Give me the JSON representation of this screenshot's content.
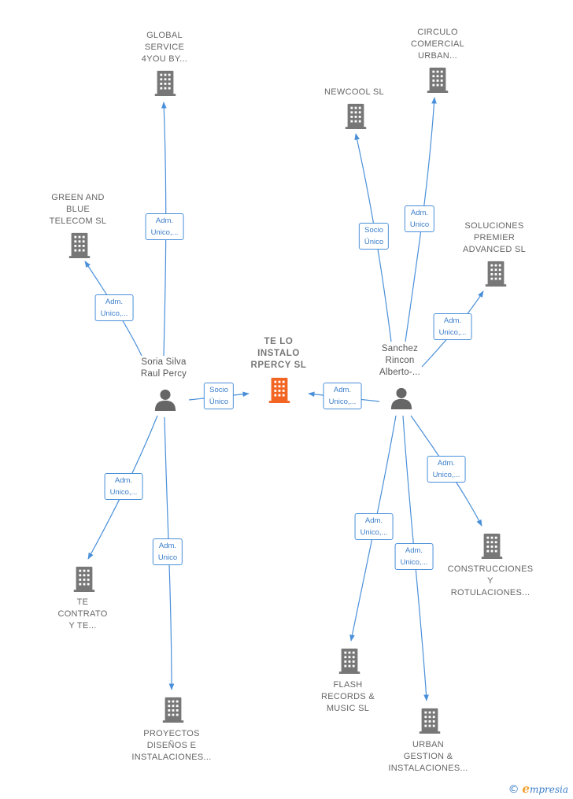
{
  "colors": {
    "edge": "#4a90d9",
    "company": "#777777",
    "focus_company": "#f26522",
    "person": "#666666"
  },
  "focus": {
    "id": "telo",
    "label": "TE LO\nINSTALO\nRPERCY  SL",
    "icon": "building-icon-orange"
  },
  "persons": [
    {
      "id": "soria",
      "label": "Soria Silva\nRaul Percy",
      "icon": "person-icon"
    },
    {
      "id": "sanchez",
      "label": "Sanchez\nRincon\nAlberto-...",
      "icon": "person-icon"
    }
  ],
  "companies": [
    {
      "id": "global",
      "label": "GLOBAL\nSERVICE\n4YOU BY...",
      "icon": "building-icon"
    },
    {
      "id": "green",
      "label": "GREEN AND\nBLUE\nTELECOM  SL",
      "icon": "building-icon"
    },
    {
      "id": "tecontrato",
      "label": "TE\nCONTRATO\nY TE...",
      "icon": "building-icon"
    },
    {
      "id": "proyectos",
      "label": "PROYECTOS\nDISEÑOS E\nINSTALACIONES...",
      "icon": "building-icon"
    },
    {
      "id": "newcool",
      "label": "NEWCOOL SL",
      "icon": "building-icon"
    },
    {
      "id": "circulo",
      "label": "CIRCULO\nCOMERCIAL\nURBAN...",
      "icon": "building-icon"
    },
    {
      "id": "soluciones",
      "label": "SOLUCIONES\nPREMIER\nADVANCED  SL",
      "icon": "building-icon"
    },
    {
      "id": "construcciones",
      "label": "CONSTRUCCIONES\nY\nROTULACIONES...",
      "icon": "building-icon"
    },
    {
      "id": "flash",
      "label": "FLASH\nRECORDS &\nMUSIC  SL",
      "icon": "building-icon"
    },
    {
      "id": "urban",
      "label": "URBAN\nGESTION &\nINSTALACIONES...",
      "icon": "building-icon"
    }
  ],
  "edges": [
    {
      "from": "soria",
      "to": "global",
      "label": "Adm.\nUnico,..."
    },
    {
      "from": "soria",
      "to": "green",
      "label": "Adm.\nUnico,..."
    },
    {
      "from": "soria",
      "to": "telo",
      "label": "Socio\nÚnico"
    },
    {
      "from": "soria",
      "to": "tecontrato",
      "label": "Adm.\nUnico,..."
    },
    {
      "from": "soria",
      "to": "proyectos",
      "label": "Adm.\nUnico"
    },
    {
      "from": "sanchez",
      "to": "newcool",
      "label": "Socio\nÚnico"
    },
    {
      "from": "sanchez",
      "to": "circulo",
      "label": "Adm.\nUnico"
    },
    {
      "from": "sanchez",
      "to": "soluciones",
      "label": "Adm.\nUnico,..."
    },
    {
      "from": "sanchez",
      "to": "telo",
      "label": "Adm.\nUnico,..."
    },
    {
      "from": "sanchez",
      "to": "construcciones",
      "label": "Adm.\nUnico,..."
    },
    {
      "from": "sanchez",
      "to": "flash",
      "label": "Adm.\nUnico,..."
    },
    {
      "from": "sanchez",
      "to": "urban",
      "label": "Adm.\nUnico,..."
    }
  ],
  "footer": {
    "copyright": "©",
    "brand_first": "e",
    "brand_rest": "mpresia"
  }
}
